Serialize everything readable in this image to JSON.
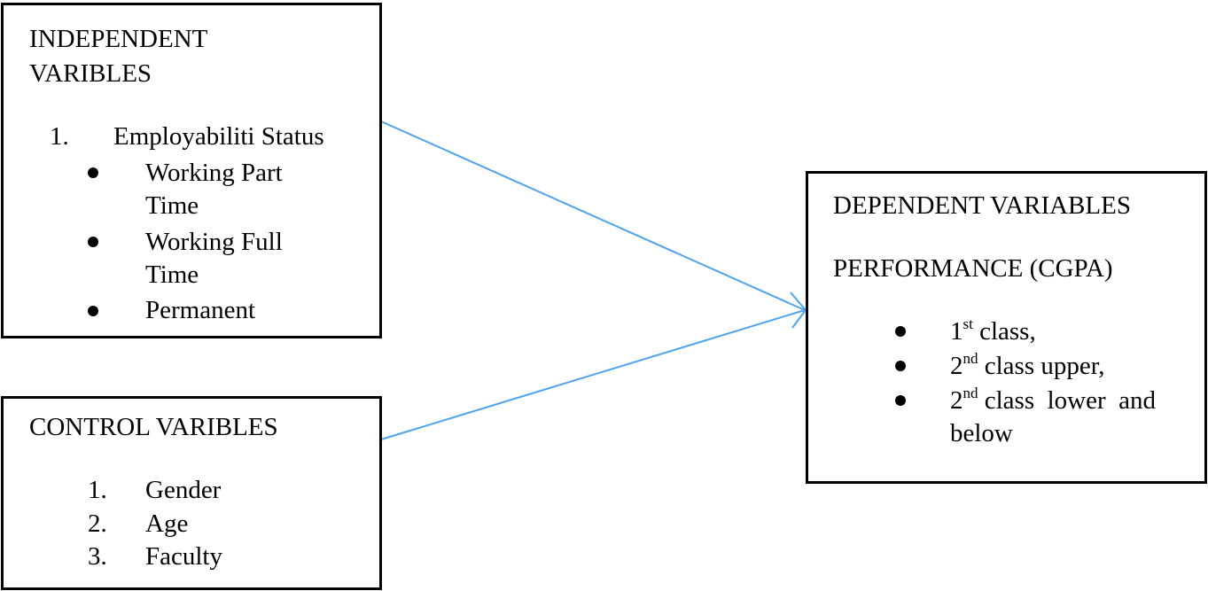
{
  "independent": {
    "title_line1": "INDEPENDENT",
    "title_line2": "VARIBLES",
    "item_number": "1.",
    "item_label": "Employabiliti Status",
    "sub_items": [
      {
        "line1": "Working Part",
        "line2": "Time"
      },
      {
        "line1": "Working Full",
        "line2": "Time"
      },
      {
        "line1": "Permanent",
        "line2": ""
      }
    ]
  },
  "control": {
    "title": "CONTROL VARIBLES",
    "items": [
      {
        "number": "1.",
        "label": "Gender"
      },
      {
        "number": "2.",
        "label": "Age"
      },
      {
        "number": "3.",
        "label": "Faculty"
      }
    ]
  },
  "dependent": {
    "title": "DEPENDENT VARIABLES",
    "subtitle": "PERFORMANCE (CGPA)",
    "items": [
      {
        "prefix": "1",
        "sup": "st",
        "text": " class,"
      },
      {
        "prefix": "2",
        "sup": "nd",
        "text": " class upper,"
      },
      {
        "prefix": "2",
        "sup": "nd",
        "text": " class  lower  and"
      },
      {
        "continuation": "below"
      }
    ]
  },
  "colors": {
    "arrow": "#4da3f0",
    "border": "#000000"
  }
}
